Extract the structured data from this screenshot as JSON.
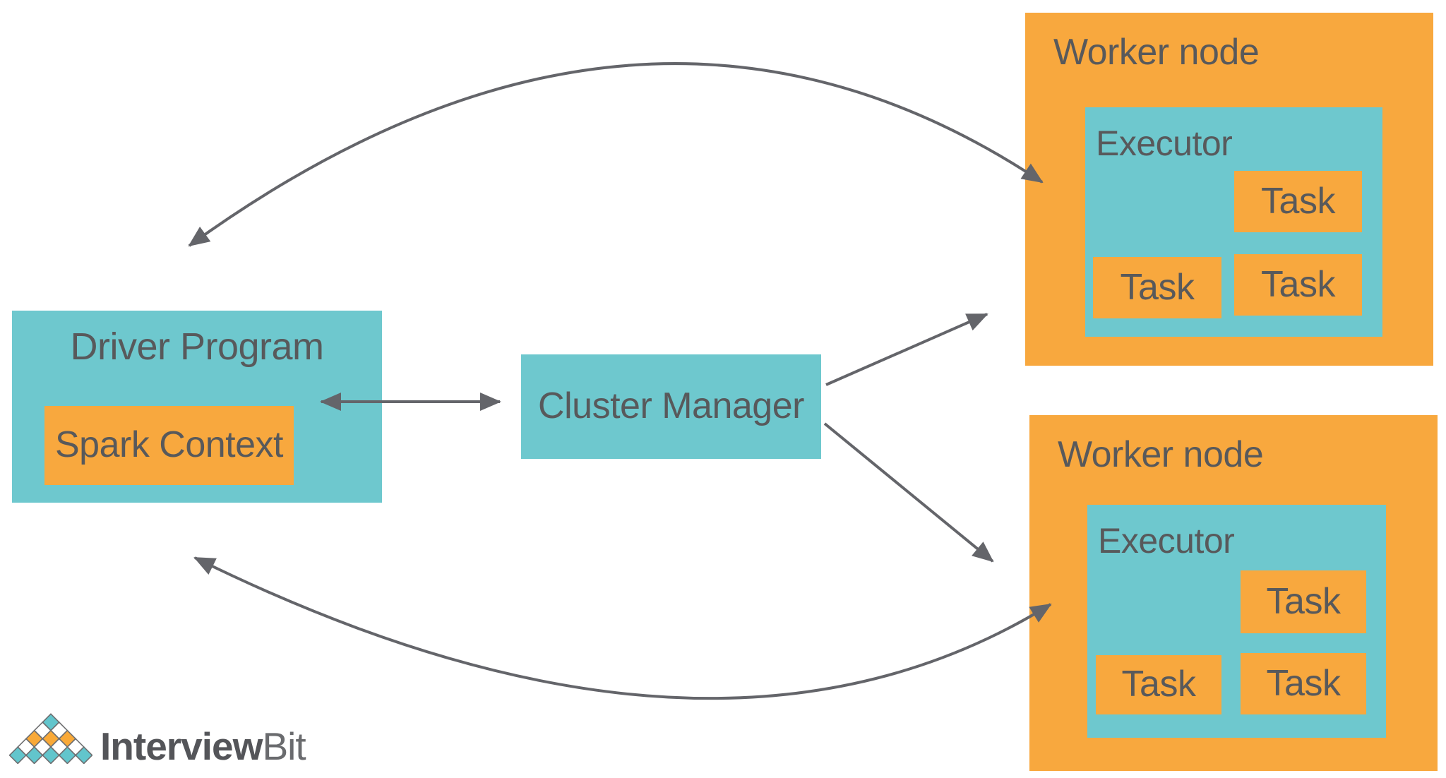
{
  "diagram": {
    "driver": {
      "title": "Driver Program",
      "spark_context_label": "Spark Context"
    },
    "cluster_manager": {
      "title": "Cluster Manager"
    },
    "workers": [
      {
        "title": "Worker node",
        "executor": {
          "title": "Executor",
          "tasks": [
            "Task",
            "Task",
            "Task"
          ]
        }
      },
      {
        "title": "Worker node",
        "executor": {
          "title": "Executor",
          "tasks": [
            "Task",
            "Task",
            "Task"
          ]
        }
      }
    ]
  },
  "logo": {
    "text_primary": "Interview",
    "text_secondary": "Bit"
  },
  "colors": {
    "box_teal": "#6ec8ce",
    "box_orange": "#f8a83e",
    "label_text": "#58595b",
    "arrow_gray": "#64656a",
    "logo_teal": "#62c5cc",
    "logo_orange": "#f9a938",
    "logo_outline": "#6e6f71",
    "background": "#ffffff"
  }
}
